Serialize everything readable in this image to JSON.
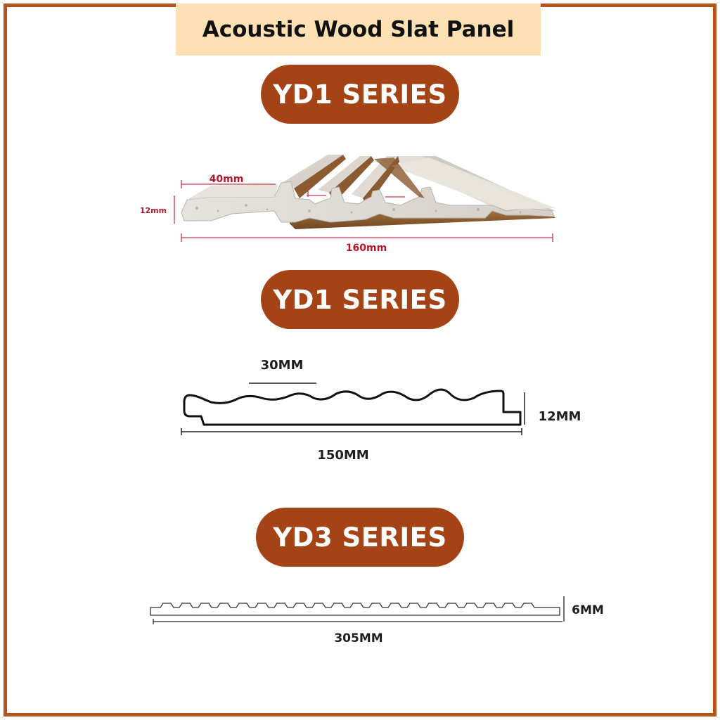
{
  "title": "Acoustic Wood Slat Panel",
  "colors": {
    "frame": "#b4541c",
    "title_bg": "#fde0b4",
    "pill_bg": "#a44416",
    "dimension_red": "#b3182c",
    "panel_grey": "#dcd8d2",
    "panel_brown": "#8a5a30"
  },
  "sections": [
    {
      "heading": "YD1 SERIES",
      "dimensions": {
        "slat_width": "40mm",
        "thickness": "12mm",
        "total_width": "160mm"
      }
    },
    {
      "heading": "YD1 SERIES",
      "dimensions": {
        "slat_width": "30MM",
        "thickness": "12MM",
        "total_width": "150MM"
      }
    },
    {
      "heading": "YD3 SERIES",
      "dimensions": {
        "thickness": "6MM",
        "total_width": "305MM"
      }
    }
  ]
}
